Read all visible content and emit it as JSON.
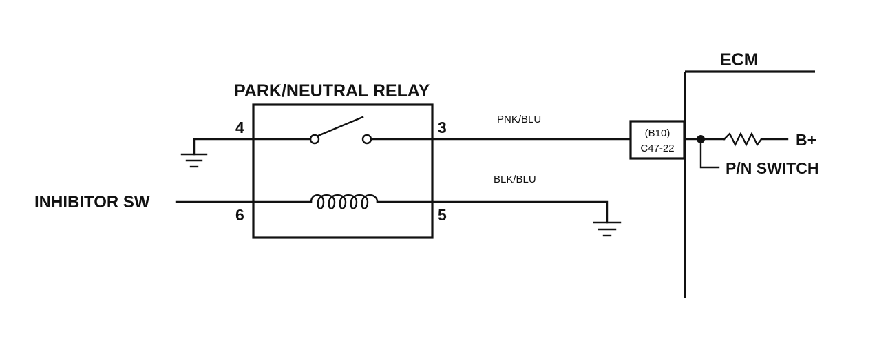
{
  "relay": {
    "title": "PARK/NEUTRAL RELAY",
    "pins": {
      "p4": "4",
      "p3": "3",
      "p6": "6",
      "p5": "5"
    }
  },
  "wires": {
    "top": "PNK/BLU",
    "bottom": "BLK/BLU"
  },
  "connector": {
    "line1": "(B10)",
    "line2": "C47-22"
  },
  "ecm": {
    "title": "ECM",
    "supply": "B+",
    "switch": "P/N SWITCH"
  },
  "inhibitor": {
    "label": "INHIBITOR SW"
  },
  "colors": {
    "ink": "#111111",
    "background": "#ffffff"
  }
}
